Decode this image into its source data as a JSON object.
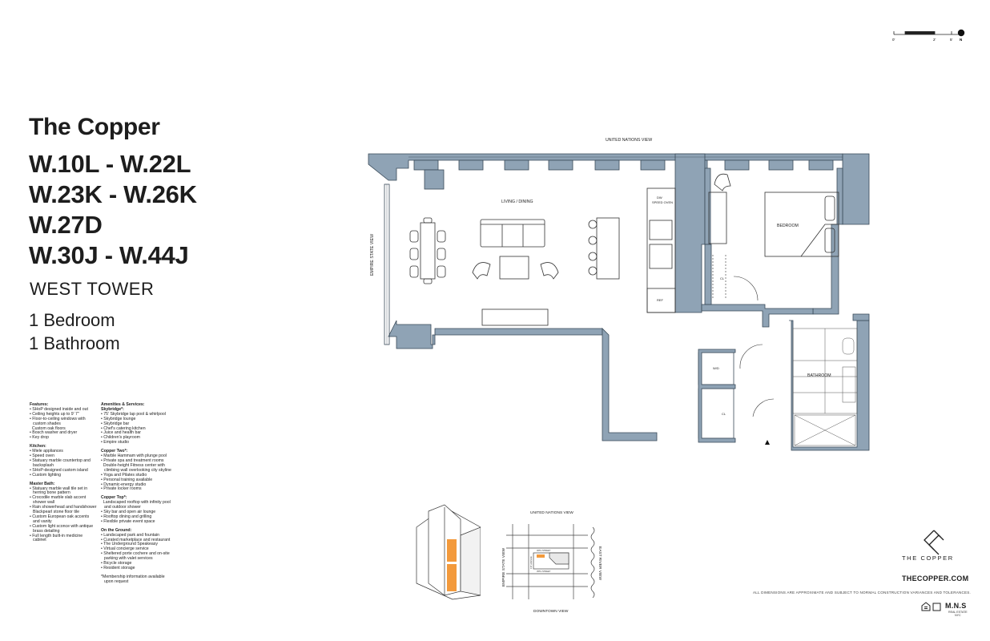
{
  "building_name": "The Copper",
  "unit_lines": [
    "W.10L - W.22L",
    "W.23K - W.26K",
    "W.27D",
    "W.30J - W.44J"
  ],
  "tower": "WEST TOWER",
  "bedrooms": "1 Bedroom",
  "bathrooms": "1 Bathroom",
  "plan_labels": {
    "united_nations_view": "UNITED NATIONS VIEW",
    "empire_state_view": "EMPIRE STATE VIEW",
    "living_dining": "LIVING / DINING",
    "bedroom": "BEDROOM",
    "bathroom": "BATHROOM",
    "speed_oven": "SPEED OVEN",
    "oven_mark": "DW",
    "ref": "REF",
    "closet": "CL",
    "wd": "W/D"
  },
  "scale_bar": {
    "labels": [
      "0'",
      "2'",
      "5'"
    ],
    "north": "N"
  },
  "key_plan": {
    "united_nations_view": "UNITED NATIONS VIEW",
    "empire_state_view": "EMPIRE STATE VIEW",
    "east_river_view": "EAST RIVER VIEW",
    "downtown_view": "DOWNTOWN VIEW",
    "street_top": "36TH STREET",
    "street_bottom": "35TH STREET",
    "avenue": "1ST AVENUE"
  },
  "features": {
    "title": "Features:",
    "items": [
      "SHoP designed inside and out",
      "Ceiling heights up to 9' 7\"",
      "Floor-to-ceiling windows with custom shades",
      "Custom oak floors",
      "Bosch washer and dryer",
      "Key drop"
    ],
    "kitchen_title": "Kitchen:",
    "kitchen_items": [
      "Miele appliances",
      "Speed oven",
      "Statuary marble countertop and backsplash",
      "SHoP-designed custom island",
      "Custom lighting"
    ],
    "bath_title": "Master Bath:",
    "bath_items": [
      "Statuary marble wall tile set in herring bone pattern",
      "Crocodile marble slab accent shower wall",
      "Rain showerhead and handshower Blackpearl stone floor tile",
      "Custom European oak accents and vanity",
      "Custom light sconce with antique brass detailing",
      "Full length built-in medicine cabinet"
    ]
  },
  "amenities": {
    "title": "Amenities & Services:",
    "skybridge_title": "Skybridge*:",
    "skybridge_items": [
      "75' Skybridge lap pool & whirlpool",
      "Skybridge lounge",
      "Skybridge bar",
      "Chef's catering kitchen",
      "Juice and health bar",
      "Children's playroom",
      "Empire studio"
    ],
    "copper_two_title": "Copper Two*:",
    "copper_two_items": [
      "Marble Hammam with plunge pool",
      "Private spa and treatment rooms",
      "Double-height Fitness center with climbing wall overlooking city skyline",
      "Yoga and Pilates studio",
      "Personal training available",
      "Dynamic-energy studio",
      "Private locker rooms"
    ],
    "copper_top_title": "Copper Top*:",
    "copper_top_items": [
      "Landscaped rooftop with infinity pool and outdoor shower",
      "Sky bar and open air lounge",
      "Rooftop dining and grilling",
      "Flexible private event space"
    ],
    "ground_title": "On the Ground:",
    "ground_items": [
      "Landscaped park and fountain",
      "Curated marketplace and restaurant",
      "The Underground Speakeasy",
      "Virtual concierge service",
      "Sheltered porte cochere and on-site parking with valet services",
      "Bicycle storage",
      "Resident storage"
    ],
    "note": "*Membership information available upon request"
  },
  "brand": {
    "logo_text": "THE COPPER",
    "website": "THECOPPER.COM",
    "disclaimer": "ALL DIMENSIONS ARE APPROXIMATE AND SUBJECT TO NORMAL CONSTRUCTION VARIANCES AND TOLERANCES.",
    "broker": "M.N.S",
    "broker_sub_1": "REAL ESTATE",
    "broker_sub_2": "NYC"
  },
  "colors": {
    "wall": "#8fa3b5",
    "accent_orange": "#f39a3c",
    "text": "#1d1d1d"
  }
}
